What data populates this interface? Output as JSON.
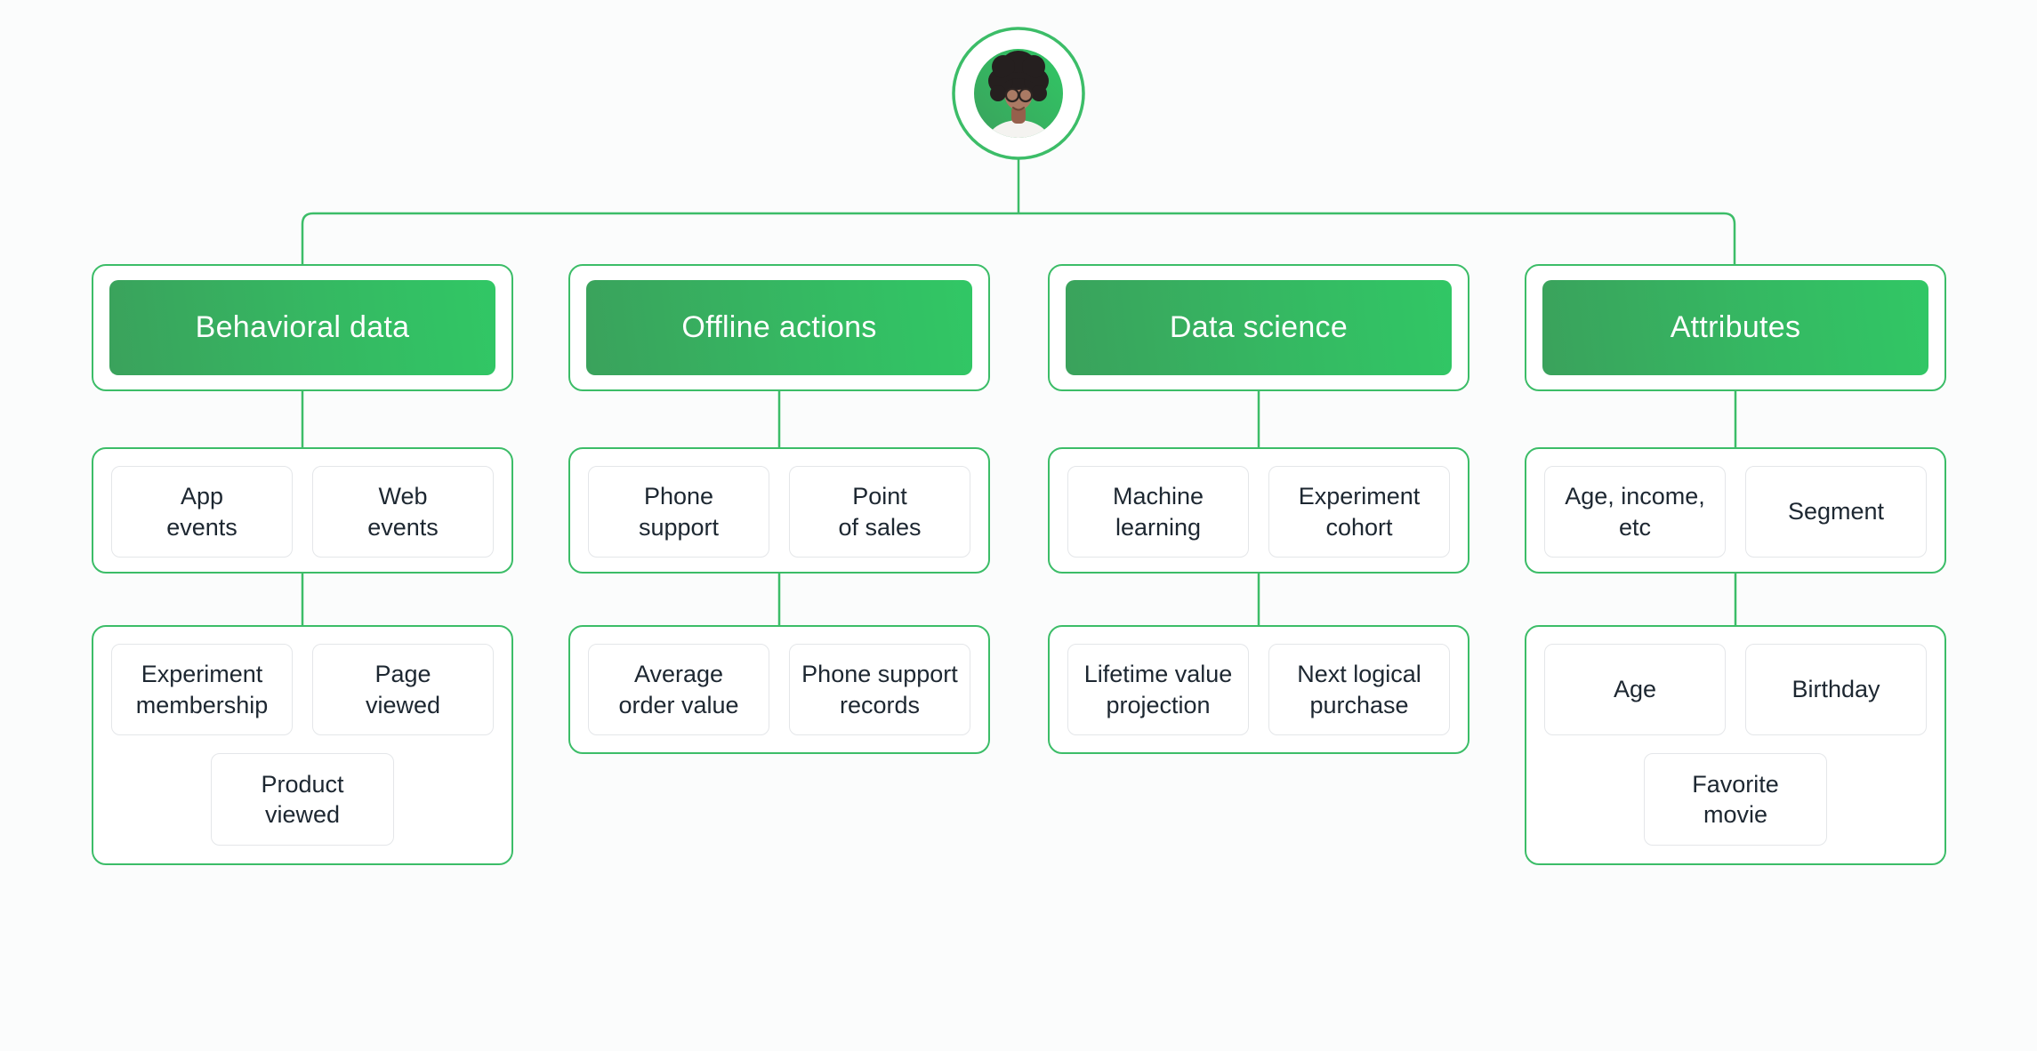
{
  "icons": {
    "avatar": "person-avatar-photo"
  },
  "colors": {
    "accent_green": "#3cbd68",
    "header_gradient_start": "#3aa25c",
    "header_gradient_end": "#31c765",
    "sub_box_border": "#e4e6e9",
    "text_dark": "#1d2731",
    "text_light": "#ffffff",
    "background": "#fbfcfc"
  },
  "columns": [
    {
      "title": "Behavioral data",
      "tier2": [
        "App\nevents",
        "Web\nevents"
      ],
      "tier3": [
        "Experiment\nmembership",
        "Page\nviewed"
      ],
      "tier3_extra": "Product\nviewed"
    },
    {
      "title": "Offline actions",
      "tier2": [
        "Phone\nsupport",
        "Point\nof sales"
      ],
      "tier3": [
        "Average\norder value",
        "Phone support\nrecords"
      ]
    },
    {
      "title": "Data science",
      "tier2": [
        "Machine\nlearning",
        "Experiment\ncohort"
      ],
      "tier3": [
        "Lifetime value\nprojection",
        "Next logical\npurchase"
      ]
    },
    {
      "title": "Attributes",
      "tier2": [
        "Age, income,\netc",
        "Segment"
      ],
      "tier3": [
        "Age",
        "Birthday"
      ],
      "tier3_extra": "Favorite\nmovie"
    }
  ]
}
